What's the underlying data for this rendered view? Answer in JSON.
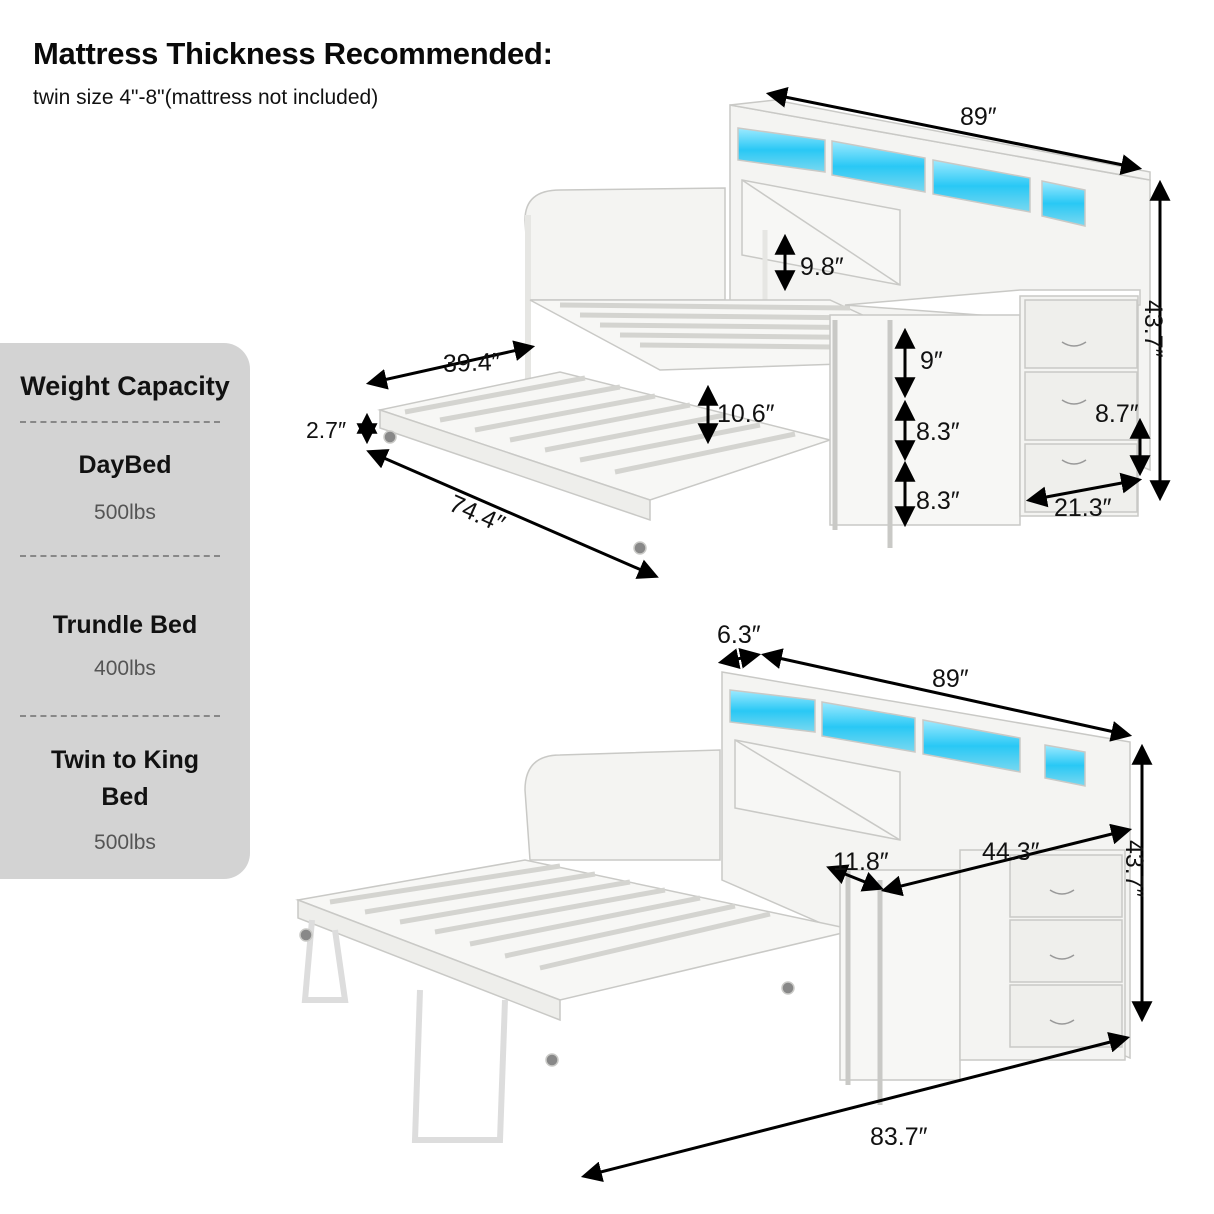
{
  "header": {
    "title": "Mattress Thickness Recommended:",
    "subtitle": "twin size 4\"-8\"(mattress not included)"
  },
  "weight_capacity": {
    "heading": "Weight Capacity",
    "items": [
      {
        "name": "DayBed",
        "value": "500lbs"
      },
      {
        "name": "Trundle Bed",
        "value": "400lbs"
      },
      {
        "name": "Twin to King",
        "name_line2": "Bed",
        "value": "500lbs"
      }
    ]
  },
  "top_diagram": {
    "label": "daybed with trundle pulled out",
    "dimensions": {
      "headboard_length": "89″",
      "total_height": "43.7″",
      "headboard_clearance": "9.8″",
      "trundle_width": "39.4″",
      "trundle_height": "2.7″",
      "trundle_clearance": "10.6″",
      "trundle_length": "74.4″",
      "shelf_1": "9″",
      "shelf_2": "8.3″",
      "shelf_3": "8.3″",
      "drawer_height": "8.7″",
      "cabinet_depth": "21.3″"
    }
  },
  "bottom_diagram": {
    "label": "twin to king bed configuration",
    "dimensions": {
      "headboard_depth": "6.3″",
      "headboard_length": "89″",
      "total_height": "43.7″",
      "shelf_width": "11.8″",
      "cabinet_width": "44.3″",
      "total_length": "83.7″"
    }
  },
  "colors": {
    "panel_bg": "#d3d3d3",
    "led_glow": "#29c8f5",
    "frame_white": "#f4f4f2"
  }
}
